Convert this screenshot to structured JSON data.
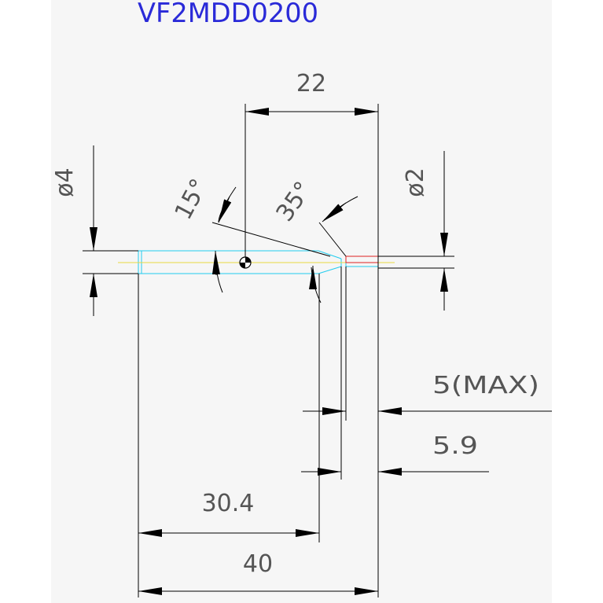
{
  "title": "VF2MDD0200",
  "dimensions": {
    "top_length": "22",
    "body_dia": "ø4",
    "tip_dia": "ø2",
    "angle_15": "15°",
    "angle_35": "35°",
    "flute_max": "5(MAX)",
    "flute_len": "5.9",
    "shank_len": "30.4",
    "total_len": "40"
  },
  "colors": {
    "background": "#f6f6f6",
    "line": "#000000",
    "dimension_text": "#555555",
    "title": "#2a2ad8",
    "outline": "#22ccee",
    "centerline": "#e8d840",
    "tip": "#dd2222"
  }
}
